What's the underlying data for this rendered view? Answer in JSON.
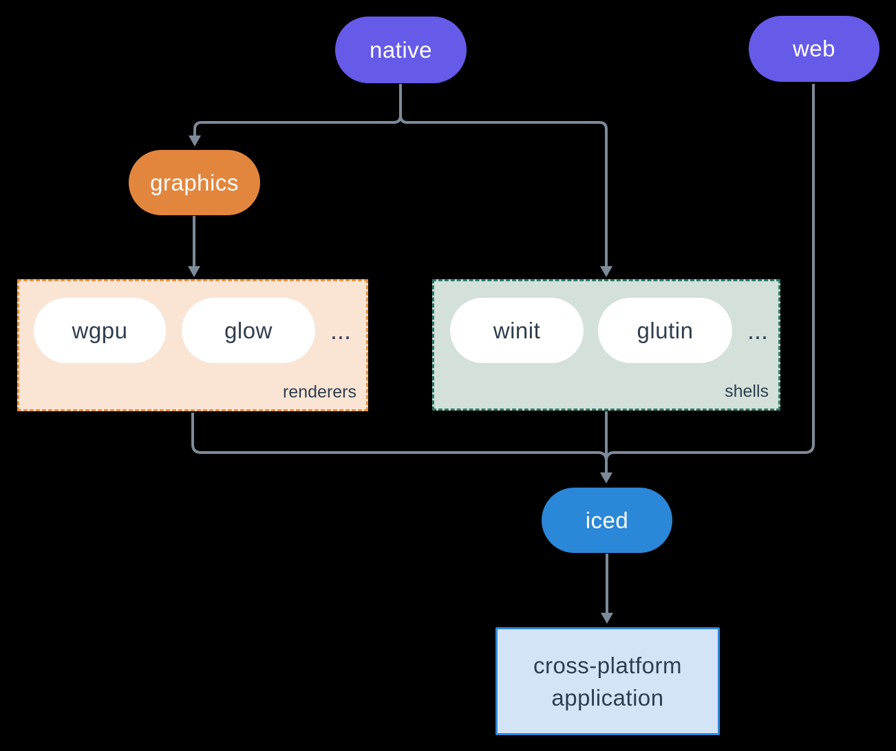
{
  "colors": {
    "background": "#000000",
    "connector": "#7d8b99",
    "native_pill": "#665ae9",
    "web_pill": "#665ae9",
    "graphics_pill": "#e2863e",
    "iced_pill": "#2b87d8",
    "white_pill": "#ffffff",
    "dark_text": "#2f3e4e",
    "renderers_bg": "#fae5d5",
    "renderers_border": "#e8913f",
    "shells_bg": "#d3e1da",
    "shells_border": "#2c7a66",
    "app_bg": "#d4e4f7",
    "app_border": "#3287d8"
  },
  "nodes": {
    "native": {
      "label": "native"
    },
    "web": {
      "label": "web"
    },
    "graphics": {
      "label": "graphics"
    },
    "iced": {
      "label": "iced"
    },
    "app": {
      "line1": "cross-platform",
      "line2": "application"
    }
  },
  "groups": {
    "renderers": {
      "label": "renderers",
      "items": [
        "wgpu",
        "glow"
      ],
      "ellipsis": "..."
    },
    "shells": {
      "label": "shells",
      "items": [
        "winit",
        "glutin"
      ],
      "ellipsis": "..."
    }
  },
  "edges": [
    {
      "from": "native",
      "to": "graphics"
    },
    {
      "from": "native",
      "to": "shells"
    },
    {
      "from": "graphics",
      "to": "renderers"
    },
    {
      "from": "renderers",
      "to": "iced"
    },
    {
      "from": "shells",
      "to": "iced"
    },
    {
      "from": "web",
      "to": "iced"
    },
    {
      "from": "iced",
      "to": "cross-platform application"
    }
  ]
}
